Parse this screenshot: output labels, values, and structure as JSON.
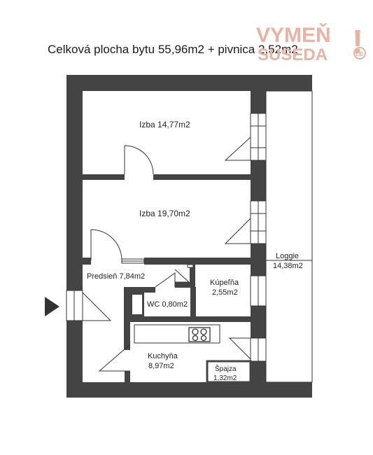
{
  "title": "Celková plocha bytu 55,96m2 + pivnica 2,52m2",
  "logo": {
    "line1": "VYMEŇ",
    "line2": "SUSEDA",
    "mark": "!",
    "badge": "EB",
    "color": "#e8b2a4"
  },
  "colors": {
    "wall": "#444444",
    "background": "#ffffff",
    "line": "#333333"
  },
  "rooms": [
    {
      "key": "izba1",
      "name": "Izba 14,77m2"
    },
    {
      "key": "izba2",
      "name": "Izba 19,70m2"
    },
    {
      "key": "loggie",
      "name": "Loggie",
      "area": "14,38m2"
    },
    {
      "key": "predsien",
      "name": "Predsieň 7,84m2"
    },
    {
      "key": "kupelna",
      "name": "Kúpeľňa",
      "area": "2,55m2"
    },
    {
      "key": "wc",
      "name": "WC 0,80m2"
    },
    {
      "key": "kuchyna",
      "name": "Kuchyňa",
      "area": "8,97m2"
    },
    {
      "key": "spajza",
      "name": "Špajza",
      "area": "1,32m2"
    }
  ],
  "icons": {
    "entrance": "entrance-arrow-icon",
    "hob": "cooktop-icon"
  }
}
